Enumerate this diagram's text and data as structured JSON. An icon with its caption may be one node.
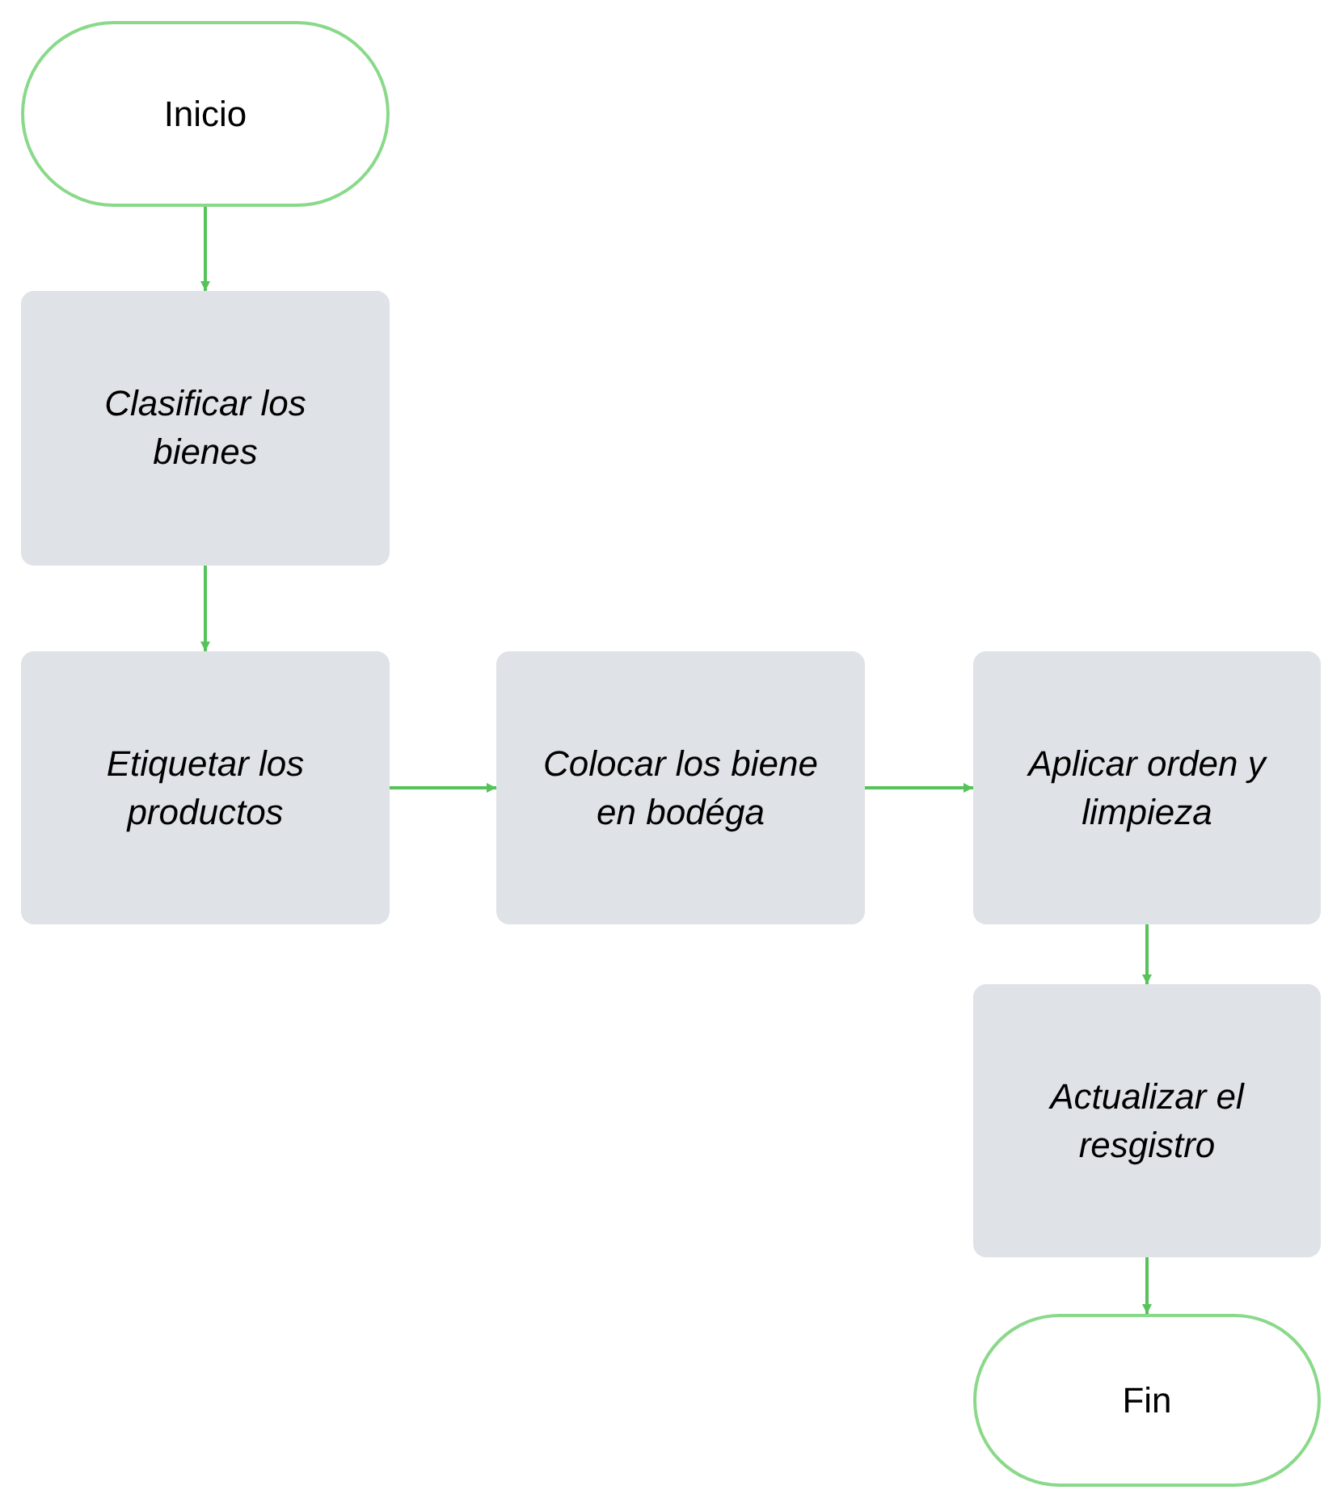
{
  "diagram": {
    "nodes": [
      {
        "text": [
          "Inicio"
        ]
      },
      {
        "text": [
          "Clasificar los bienes"
        ]
      },
      {
        "text": [
          "Etiquetar los productos"
        ]
      },
      {
        "text": [
          "Colocar los biene en bodéga"
        ]
      },
      {
        "text": [
          "Aplicar orden y limpieza"
        ]
      },
      {
        "text": [
          "Actualizar el resgistro"
        ]
      },
      {
        "text": [
          "Fin"
        ]
      }
    ],
    "edges": [
      {
        "from": 0,
        "to": 1,
        "arrow": "to"
      },
      {
        "from": 1,
        "to": 2,
        "arrow": "to"
      },
      {
        "from": 2,
        "to": 3,
        "arrow": "to"
      },
      {
        "from": 3,
        "to": 4,
        "arrow": "to"
      },
      {
        "from": 4,
        "to": 5,
        "arrow": "to"
      },
      {
        "from": 5,
        "to": 6,
        "arrow": "to"
      }
    ]
  }
}
